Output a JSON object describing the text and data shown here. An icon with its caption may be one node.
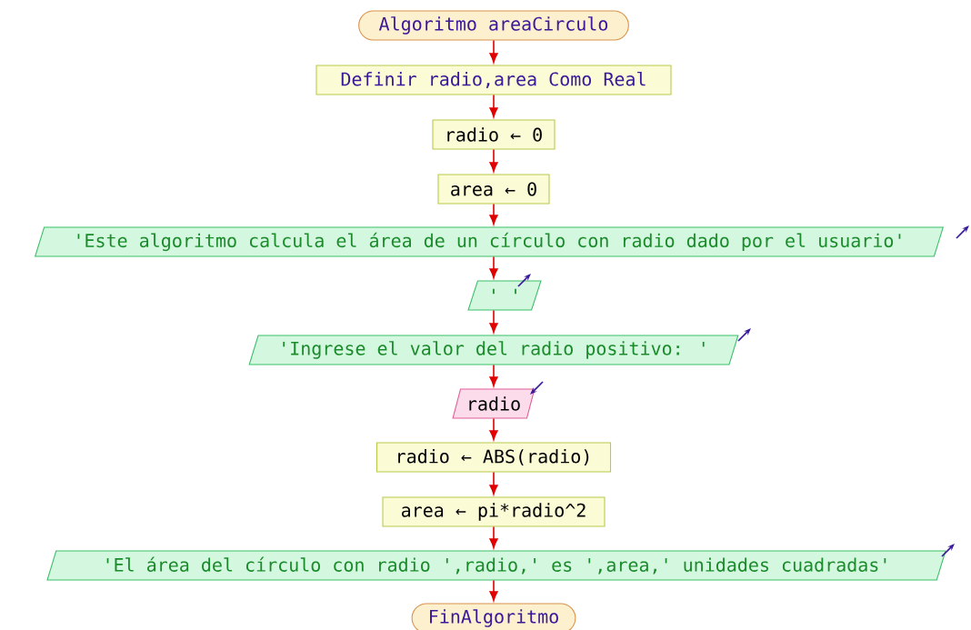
{
  "diagram": {
    "nodes": [
      {
        "text": [
          "Algoritmo areaCirculo"
        ]
      },
      {
        "text": [
          "Definir radio,area Como Real"
        ]
      },
      {
        "text": [
          "radio ← 0"
        ]
      },
      {
        "text": [
          "area ← 0"
        ]
      },
      {
        "text": [
          "'Este algoritmo calcula el área de un círculo con radio dado por el usuario'"
        ]
      },
      {
        "text": [
          "' '"
        ]
      },
      {
        "text": [
          "'Ingrese el valor del radio positivo: '"
        ]
      },
      {
        "text": [
          "radio"
        ]
      },
      {
        "text": [
          "radio ← ABS(radio)"
        ]
      },
      {
        "text": [
          "area ← pi*radio^2"
        ]
      },
      {
        "text": [
          "'El área del círculo con radio ',radio,' es ',area,' unidades cuadradas'"
        ]
      },
      {
        "text": [
          "FinAlgoritmo"
        ]
      }
    ],
    "edges": [
      {
        "from": 0,
        "to": 1,
        "arrow": "to"
      },
      {
        "from": 1,
        "to": 2,
        "arrow": "to"
      },
      {
        "from": 2,
        "to": 3,
        "arrow": "to"
      },
      {
        "from": 3,
        "to": 4,
        "arrow": "to"
      },
      {
        "from": 4,
        "to": 5,
        "arrow": "to"
      },
      {
        "from": 5,
        "to": 6,
        "arrow": "to"
      },
      {
        "from": 6,
        "to": 7,
        "arrow": "to"
      },
      {
        "from": 7,
        "to": 8,
        "arrow": "to"
      },
      {
        "from": 8,
        "to": 9,
        "arrow": "to"
      },
      {
        "from": 9,
        "to": 10,
        "arrow": "to"
      },
      {
        "from": 10,
        "to": 11,
        "arrow": "to"
      }
    ]
  }
}
